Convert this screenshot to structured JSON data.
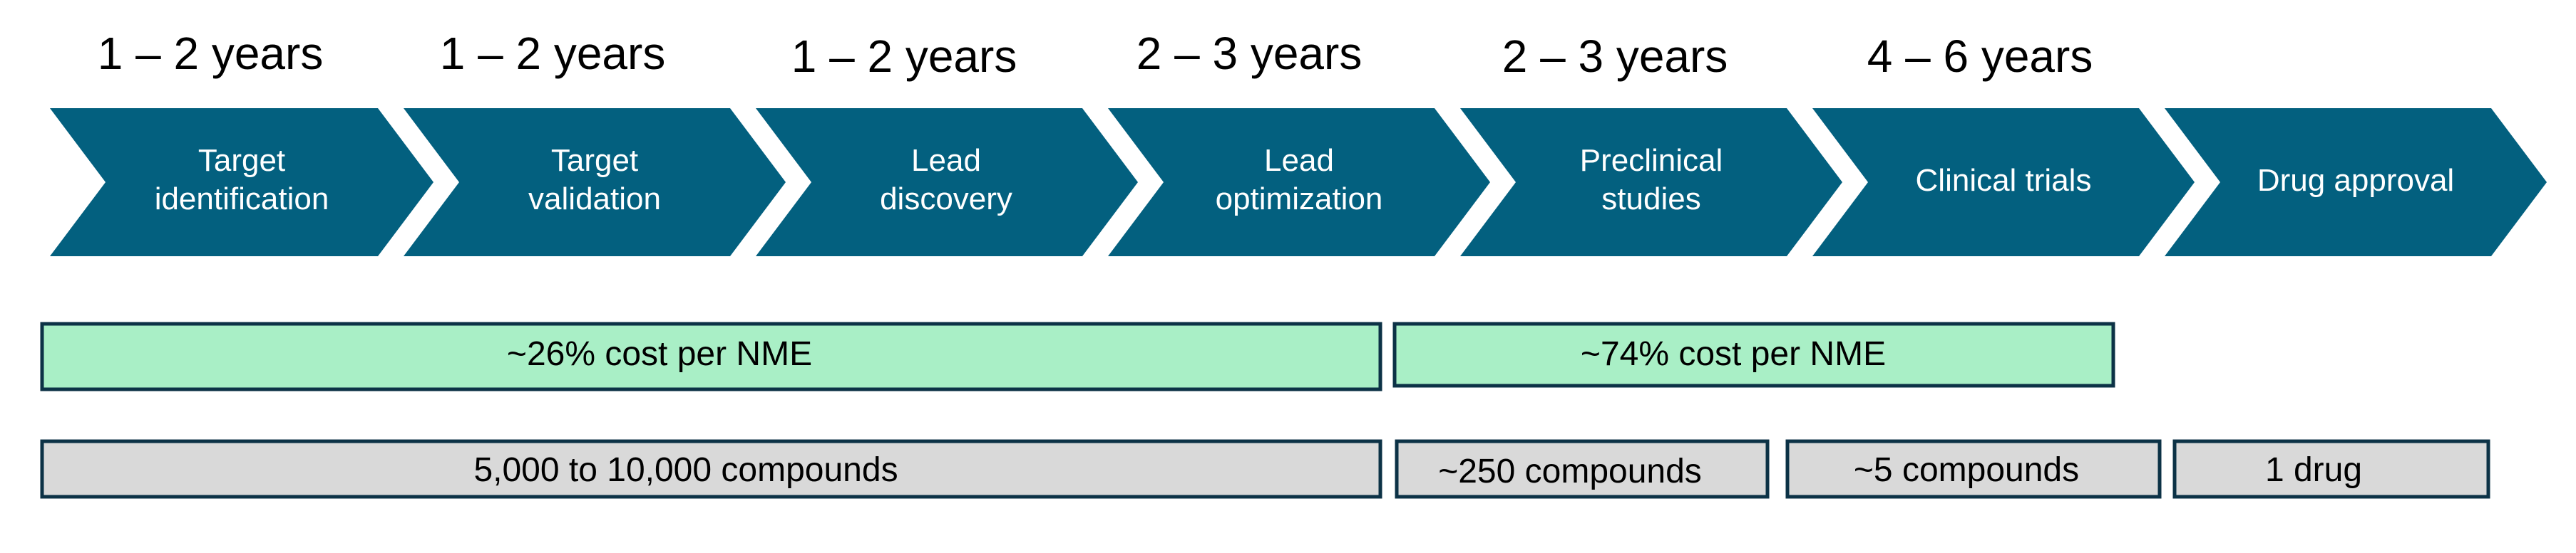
{
  "stages": [
    {
      "duration": "1 – 2 years",
      "label_line1": "Target",
      "label_line2": "identification"
    },
    {
      "duration": "1 – 2 years",
      "label_line1": "Target",
      "label_line2": "validation"
    },
    {
      "duration": "1 – 2 years",
      "label_line1": "Lead",
      "label_line2": "discovery"
    },
    {
      "duration": "2 – 3 years",
      "label_line1": "Lead",
      "label_line2": "optimization"
    },
    {
      "duration": "2 – 3 years",
      "label_line1": "Preclinical",
      "label_line2": "studies"
    },
    {
      "duration": "4 – 6 years",
      "label_line1": "Clinical trials",
      "label_line2": ""
    },
    {
      "duration": "",
      "label_line1": "Drug approval",
      "label_line2": ""
    }
  ],
  "cost_bars": [
    {
      "label": "~26% cost per NME"
    },
    {
      "label": "~74% cost per NME"
    }
  ],
  "compound_bars": [
    {
      "label": "5,000 to 10,000 compounds"
    },
    {
      "label": "~250 compounds"
    },
    {
      "label": "~5 compounds"
    },
    {
      "label": "1 drug"
    }
  ],
  "colors": {
    "chevron_fill": "#03607f",
    "chevron_text": "#ffffff",
    "cost_fill": "#a9efc6",
    "compound_fill": "#d9d9d9",
    "bar_border": "#0c3246"
  }
}
